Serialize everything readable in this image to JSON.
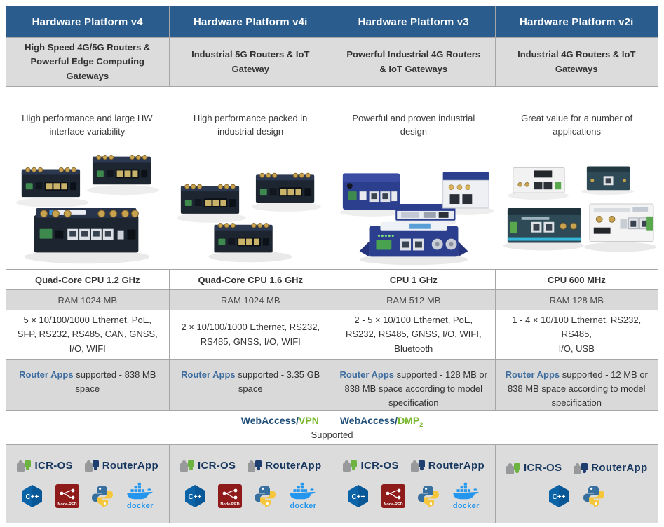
{
  "columns": [
    {
      "title": "Hardware Platform v4",
      "subtitle": "High Speed 4G/5G Routers & Powerful Edge Computing Gateways",
      "description": "High performance and large HW interface variability",
      "cpu": "Quad-Core CPU 1.2 GHz",
      "ram": "RAM 1024 MB",
      "interfaces": "5 × 10/100/1000 Ethernet, PoE, SFP, RS232, RS485, CAN, GNSS, I/O, WIFI",
      "apps_link": "Router Apps",
      "apps_text": "supported - 838 MB space",
      "product_image": "black-v4-routers-photo",
      "ecosystem": [
        "icr-os",
        "router-app"
      ],
      "runtimes": [
        "cpp",
        "node-red",
        "python",
        "docker"
      ]
    },
    {
      "title": "Hardware Platform v4i",
      "subtitle": "Industrial 5G Routers & IoT Gateway",
      "description": "High performance packed in industrial design",
      "cpu": "Quad-Core CPU 1.6 GHz",
      "ram": "RAM 1024 MB",
      "interfaces": "2 × 10/100/1000 Ethernet, RS232, RS485, GNSS, I/O, WIFI",
      "apps_link": "Router Apps",
      "apps_text": "supported - 3.35 GB space",
      "product_image": "black-v4i-routers-photo",
      "ecosystem": [
        "icr-os",
        "router-app"
      ],
      "runtimes": [
        "cpp",
        "node-red",
        "python",
        "docker"
      ]
    },
    {
      "title": "Hardware Platform v3",
      "subtitle": "Powerful Industrial 4G Routers & IoT Gateways",
      "description": "Powerful and proven industrial design",
      "cpu": "CPU 1 GHz",
      "ram": "RAM 512 MB",
      "interfaces": "2 - 5 × 10/100 Ethernet, PoE, RS232, RS485, GNSS, I/O, WIFI, Bluetooth",
      "apps_link": "Router Apps",
      "apps_text": "supported - 128 MB or 838 MB space according to model specification",
      "product_image": "blue-v3-routers-photo",
      "ecosystem": [
        "icr-os",
        "router-app"
      ],
      "runtimes": [
        "cpp",
        "node-red",
        "python",
        "docker"
      ]
    },
    {
      "title": "Hardware Platform v2i",
      "subtitle": "Industrial 4G Routers & IoT Gateways",
      "description": "Great value for a number of applications",
      "cpu": "CPU 600 MHz",
      "ram": "RAM 128 MB",
      "interfaces": "1 - 4 × 10/100 Ethernet, RS232,\nRS485,\nI/O, USB",
      "apps_link": "Router Apps",
      "apps_text": "supported - 12 MB or 838 MB space according to model specification",
      "product_image": "mixed-v2i-routers-photo",
      "ecosystem": [
        "icr-os",
        "router-app"
      ],
      "runtimes": [
        "cpp",
        "python"
      ]
    }
  ],
  "webaccess": {
    "vpn_prefix": "WebAccess/",
    "vpn_name": "VPN",
    "dmp_prefix": "WebAccess/",
    "dmp_name": "DMP",
    "dmp_sub": "2",
    "supported": "Supported"
  },
  "logos": {
    "icr_os": "ICR-OS",
    "router_app": "RouterApp",
    "cpp": "C++",
    "node_red": "Node-RED",
    "python": "python-logo",
    "docker": "docker"
  },
  "colors": {
    "header_bg": "#2a5d8e",
    "subtitle_bg": "#dcdcdc",
    "row_alt_bg": "#d9d9d9",
    "border": "#a6a6a6",
    "link_blue": "#3d6c9e",
    "webaccess_blue": "#1f4e79",
    "webaccess_green": "#76b82a",
    "logo_navy": "#17375e",
    "icr_os_green": "#6cb33f",
    "cpp_blue": "#0b63a8",
    "node_red_red": "#8f1a1a",
    "python_blue": "#376f9e",
    "python_yellow": "#f5c63c",
    "docker_blue": "#2496ed"
  }
}
